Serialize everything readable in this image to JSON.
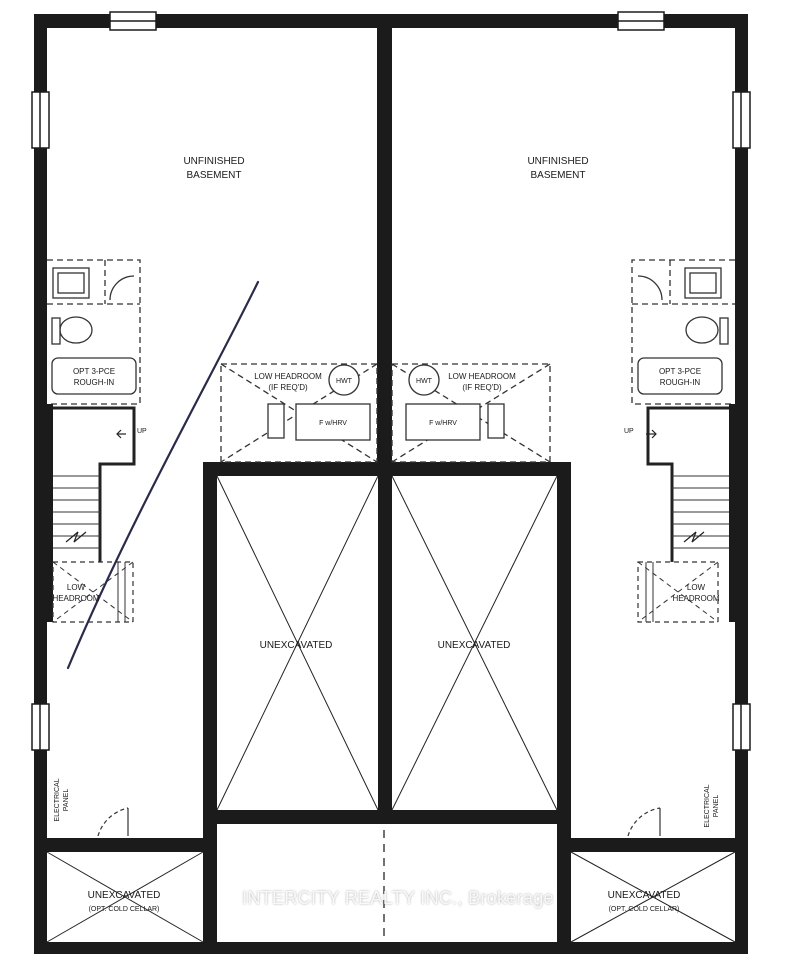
{
  "labels": {
    "basement": [
      "UNFINISHED",
      "BASEMENT"
    ],
    "rough_in": [
      "OPT 3-PCE",
      "ROUGH-IN"
    ],
    "up": "UP",
    "low_headroom": [
      "LOW",
      "HEADROOM"
    ],
    "low_headroom_mech": [
      "LOW HEADROOM",
      "(IF REQ'D)"
    ],
    "hwt": "HWT",
    "furnace": "F w/HRV",
    "unexcavated": "UNEXCAVATED",
    "cold_cellar": [
      "UNEXCAVATED",
      "(OPT. COLD CELLAR)"
    ],
    "electrical_panel": [
      "ELECTRICAL",
      "PANEL"
    ]
  },
  "watermark": "INTERCITY REALTY INC., Brokerage"
}
